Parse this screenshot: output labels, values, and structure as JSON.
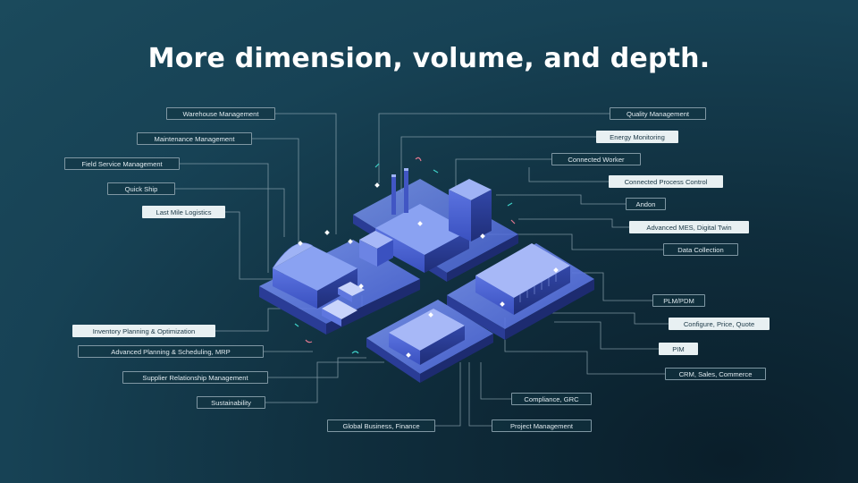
{
  "title": "More dimension, volume, and depth.",
  "labels": {
    "warehouse_management": "Warehouse Management",
    "maintenance_management": "Maintenance Management",
    "field_service_management": "Field Service Management",
    "quick_ship": "Quick Ship",
    "last_mile_logistics": "Last Mile Logistics",
    "inventory_planning": "Inventory Planning & Optimization",
    "advanced_planning": "Advanced Planning & Scheduling, MRP",
    "supplier_relationship": "Supplier Relationship Management",
    "sustainability": "Sustainability",
    "global_business": "Global Business, Finance",
    "quality_management": "Quality Management",
    "energy_monitoring": "Energy Monitoring",
    "connected_worker": "Connected Worker",
    "connected_process_control": "Connected Process Control",
    "andon": "Andon",
    "advanced_mes": "Advanced MES, Digital Twin",
    "data_collection": "Data Collection",
    "plm_pdm": "PLM/PDM",
    "configure_price_quote": "Configure, Price, Quote",
    "pim": "PIM",
    "crm_sales": "CRM, Sales, Commerce",
    "compliance": "Compliance, GRC",
    "project_management": "Project Management"
  },
  "colors": {
    "background": "#174255",
    "highlight_label": "#e8f0f2",
    "building": "#4a63d8",
    "line": "#9fb4be"
  }
}
